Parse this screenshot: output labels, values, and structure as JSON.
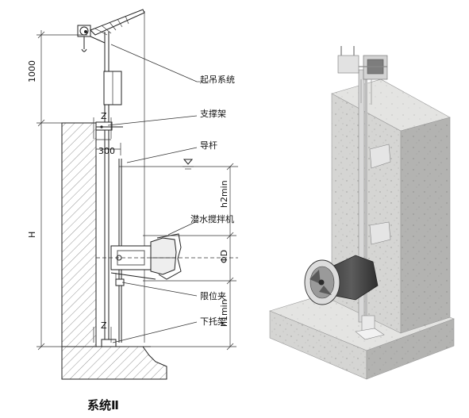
{
  "drawing": {
    "dimensions": {
      "top": "1000",
      "offset": "300",
      "height": "H",
      "h2": "h2min",
      "phi": "ΦD",
      "h1": "h1min"
    },
    "markers": {
      "z_upper": "Z",
      "z_lower": "Z"
    },
    "callouts": [
      "起吊系统",
      "支撑架",
      "导杆",
      "潜水搅拌机",
      "限位夹",
      "下托架"
    ],
    "caption": "系统Ⅱ"
  },
  "colors": {
    "line": "#222222",
    "concrete_light": "#d8d8d6",
    "concrete_dark": "#a9a9a7",
    "steel": "#c9c9c9"
  }
}
